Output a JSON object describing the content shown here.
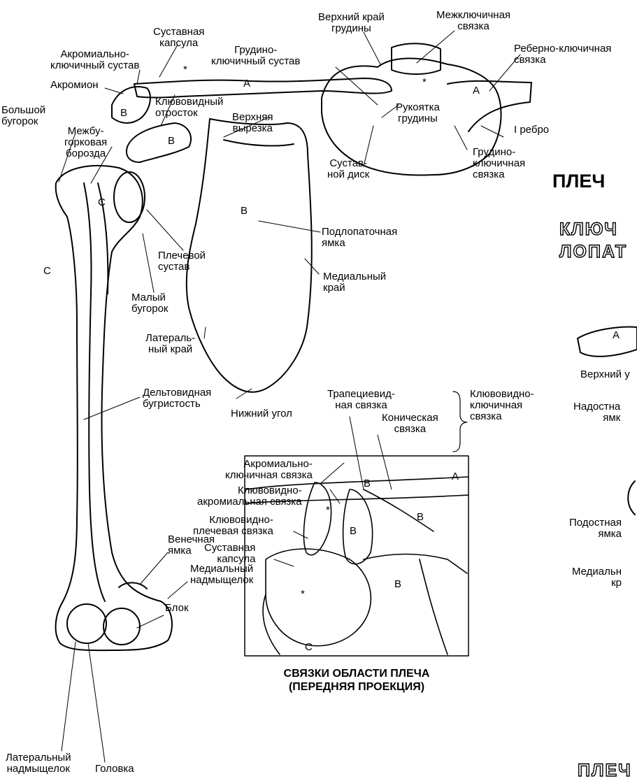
{
  "labels": {
    "sustavnaya_kapsula_top": "Суставная\nкапсула",
    "akromialno_klyuchichny_sustav": "Акромиально-\nключичный сустав",
    "akromion": "Акромион",
    "bolshoy_bugorok": "Большой\nбугорок",
    "mezhbugorkovaya_borozda": "Межбу-\nгорковая\nборозда",
    "klyuvovidny_otrostok": "Клювовидный\nотросток",
    "verkhnyaya_vyrezka": "Верхняя\nвырезка",
    "verkhny_kray_grudiny": "Верхний край\nгрудины",
    "mezhklyuchichnaya_svyazka": "Межключичная\nсвязка",
    "grudino_klyuchichny_sustav": "Грудино-\nключичный сустав",
    "reberno_klyuchichnaya_svyazka": "Реберно-ключичная\nсвязка",
    "rukoyatka_grudiny": "Рукоятка\nгрудины",
    "i_rebro": "I ребро",
    "sustavnoy_disk": "Сустав-\nной диск",
    "grudino_klyuchichnaya_svyazka": "Грудино-\nключичная\nсвязка",
    "podlopatochnaya_yamka": "Подлопаточная\nямка",
    "plechevoy_sustav": "Плечевой\nсустав",
    "mediakny_kray": "Медиальный\nкрай",
    "maly_bugorok": "Малый\nбугорок",
    "lateralny_kray": "Латераль-\nный край",
    "deltovidnaya_bugristost": "Дельтовидная\nбугристость",
    "nizhny_ugol": "Нижний угол",
    "trapetsievidnaya_svyazka": "Трапециевид-\nная связка",
    "klyuvovidno_klyuchichnaya_svyazka": "Клювовидно-\nключичная\nсвязка",
    "konicheskaya_svyazka": "Коническая\nсвязка",
    "akromialno_klyuchichnaya_svyazka": "Акромиально-\nключичная связка",
    "klyuvovidno_akromialnaya_svyazka": "Клювовидно-\nакромиальная связка",
    "klyuvovidno_plechevaya_svyazka": "Клювовидно-\nплечевая связка",
    "sustavnaya_kapsula_inset": "Суставная\nкапсула",
    "venechnaya_yamka": "Венечная\nямка",
    "medialny_nadmyshchelok": "Медиальный\nнадмыщелок",
    "blok": "Блок",
    "lateralny_nadmyshchelok": "Латеральный\nнадмыщелок",
    "golovka": "Головка",
    "verkhny_ugol_cut": "Верхний у",
    "nadostnaya_yamka_cut": "Надостна\nямк",
    "podostnaya_yamka_cut": "Подостная\nямка",
    "medialny_kray_cut": "Медиальн\nкр"
  },
  "letters": {
    "a": "A",
    "b": "B",
    "c": "C",
    "star": "*"
  },
  "titles": {
    "main": "ПЛЕЧ",
    "sub1": "КЛЮЧ",
    "sub2": "ЛОПАТ",
    "bottom": "ПЛЕЧ"
  },
  "caption": "СВЯЗКИ ОБЛАСТИ ПЛЕЧА\n(ПЕРЕДНЯЯ ПРОЕКЦИЯ)"
}
